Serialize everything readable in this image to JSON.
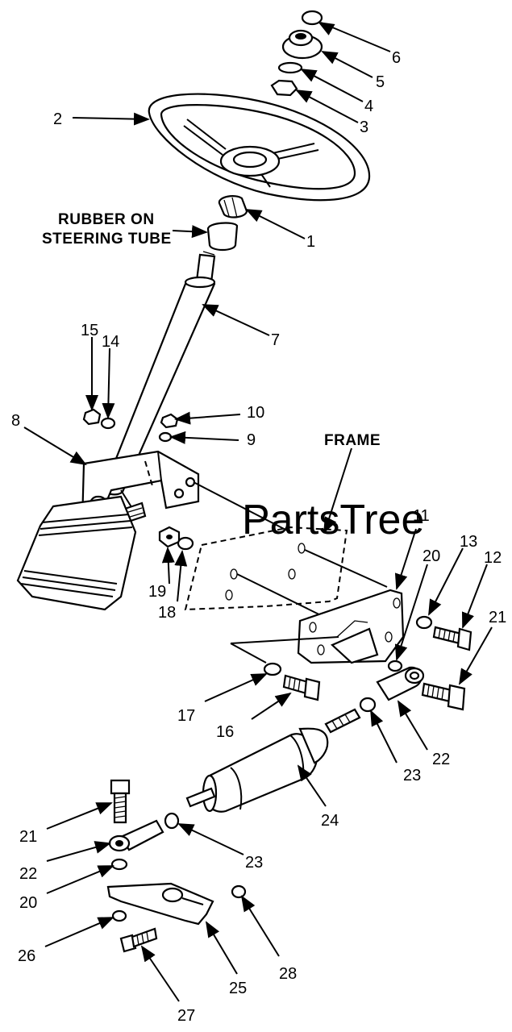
{
  "watermark": "PartsTree",
  "callouts": {
    "rubber_on_line1": "RUBBER ON",
    "rubber_on_line2": "STEERING TUBE",
    "frame": "FRAME",
    "n1": "1",
    "n2": "2",
    "n3": "3",
    "n4": "4",
    "n5": "5",
    "n6": "6",
    "n7": "7",
    "n8": "8",
    "n9": "9",
    "n10": "10",
    "n11": "11",
    "n12": "12",
    "n13": "13",
    "n14": "14",
    "n15": "15",
    "n16": "16",
    "n17": "17",
    "n18": "18",
    "n19": "19",
    "n20a": "20",
    "n21a": "21",
    "n22a": "22",
    "n23a": "23",
    "n24": "24",
    "n21b": "21",
    "n22b": "22",
    "n23b": "23",
    "n20b": "20",
    "n26": "26",
    "n25": "25",
    "n28": "28",
    "n27": "27"
  }
}
